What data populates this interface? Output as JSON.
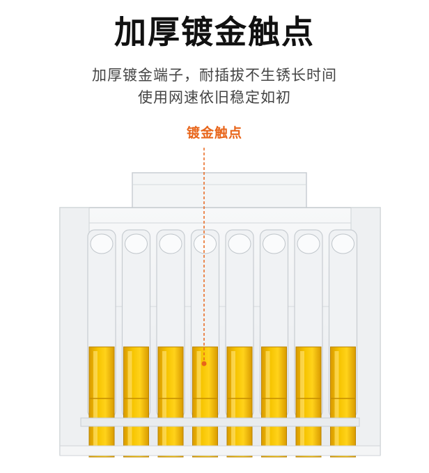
{
  "heading": {
    "title": "加厚镀金触点",
    "subtitle_line1": "加厚镀金端子，耐插拔不生锈长时间",
    "subtitle_line2": "使用网速依旧稳定如初"
  },
  "callout": {
    "label": "镀金触点",
    "color": "#e8651a"
  },
  "product": {
    "name": "rj45-connector",
    "contact_count": 8,
    "contact_color": "#f1b800"
  }
}
